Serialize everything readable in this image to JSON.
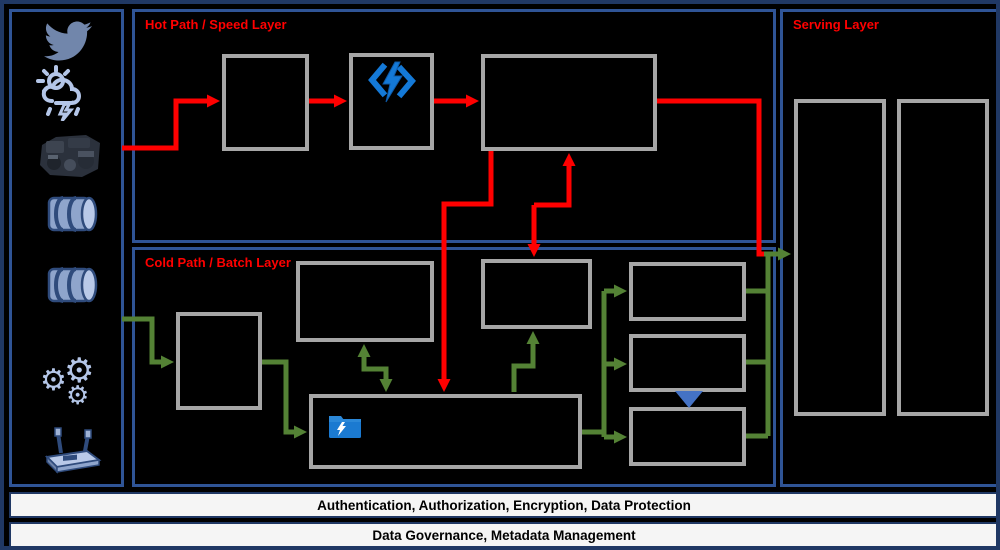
{
  "layers": {
    "hot_path": {
      "title": "Hot Path / Speed Layer"
    },
    "cold_path": {
      "title": "Cold Path / Batch Layer"
    },
    "serving": {
      "title": "Serving Layer"
    }
  },
  "security_bar": {
    "label": "Authentication, Authorization, Encryption, Data Protection"
  },
  "governance_bar": {
    "label": "Data Governance, Metadata Management"
  },
  "sources": {
    "icons": [
      {
        "name": "twitter-icon"
      },
      {
        "name": "weather-data-icon"
      },
      {
        "name": "engine-photo-icon"
      },
      {
        "name": "database-icon"
      },
      {
        "name": "database-icon-2"
      },
      {
        "name": "gears-icon"
      },
      {
        "name": "iot-device-icon"
      }
    ]
  },
  "diagram_icons": [
    {
      "name": "azure-functions-icon"
    },
    {
      "name": "data-lake-folder-icon"
    },
    {
      "name": "funnel-icon"
    }
  ],
  "colors": {
    "hot_arrow": "#FF0000",
    "cold_arrow": "#548235",
    "panel_border": "#2F5496",
    "outer_border": "#203864",
    "box_border": "#A6A6A6",
    "canvas_bg": "#000000",
    "azure_blue": "#1479D7",
    "funnel_blue": "#4472C4",
    "icon_blue": "#B4C6E8",
    "twitter_blue": "#7186AB",
    "bar_bg": "#F5F5F5"
  }
}
